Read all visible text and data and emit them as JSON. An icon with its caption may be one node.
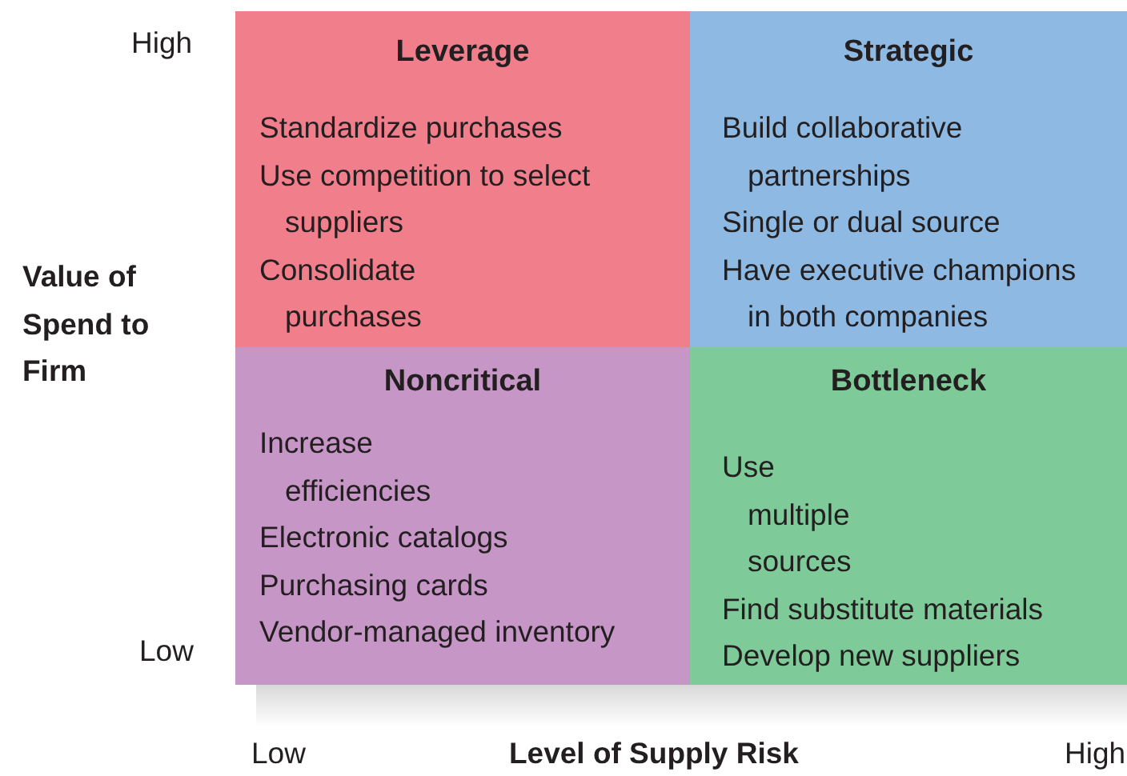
{
  "diagram": {
    "nodes": [
      {
        "text": [
          "Leverage",
          "Standardize purchases",
          "Use competition to select suppliers",
          "Consolidate purchases"
        ]
      },
      {
        "text": [
          "Strategic",
          "Build collaborative partnerships",
          "Single or dual source",
          "Have executive champions in both companies"
        ]
      },
      {
        "text": [
          "Noncritical",
          "Increase efficiencies",
          "Electronic catalogs",
          "Purchasing cards",
          "Vendor-managed inventory"
        ]
      },
      {
        "text": [
          "Bottleneck",
          "Use multiple sources",
          "Find substitute materials",
          "Develop new suppliers"
        ]
      }
    ],
    "edges": [],
    "labels": [
      "High",
      "Value of Spend to Firm",
      "Low",
      "Low",
      "Level of Supply Risk",
      "High"
    ]
  }
}
